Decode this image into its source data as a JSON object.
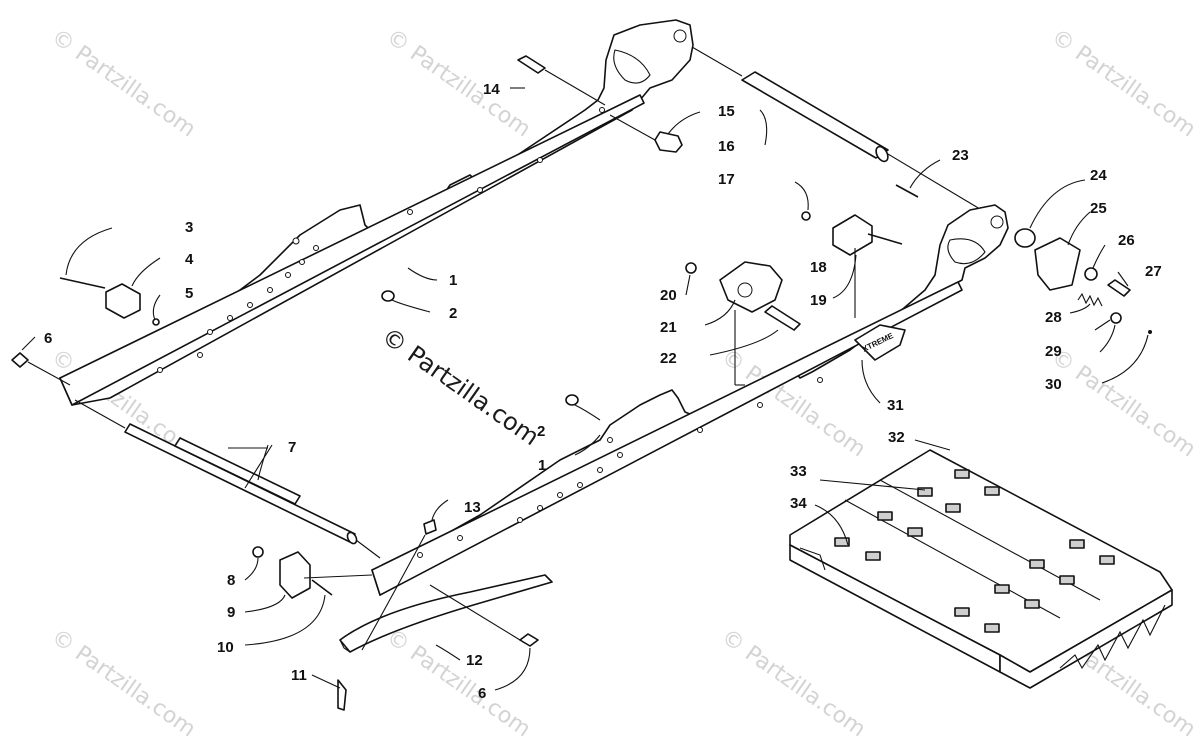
{
  "watermark": "© Partzilla.com",
  "brand_label": "XTREME",
  "callouts": [
    {
      "id": "c1a",
      "label": "1"
    },
    {
      "id": "c1b",
      "label": "1"
    },
    {
      "id": "c2a",
      "label": "2"
    },
    {
      "id": "c2b",
      "label": "2"
    },
    {
      "id": "c3",
      "label": "3"
    },
    {
      "id": "c4",
      "label": "4"
    },
    {
      "id": "c5",
      "label": "5"
    },
    {
      "id": "c6a",
      "label": "6"
    },
    {
      "id": "c6b",
      "label": "6"
    },
    {
      "id": "c7",
      "label": "7"
    },
    {
      "id": "c8",
      "label": "8"
    },
    {
      "id": "c9",
      "label": "9"
    },
    {
      "id": "c10",
      "label": "10"
    },
    {
      "id": "c11",
      "label": "11"
    },
    {
      "id": "c12",
      "label": "12"
    },
    {
      "id": "c13",
      "label": "13"
    },
    {
      "id": "c14",
      "label": "14"
    },
    {
      "id": "c15",
      "label": "15"
    },
    {
      "id": "c16",
      "label": "16"
    },
    {
      "id": "c17",
      "label": "17"
    },
    {
      "id": "c18",
      "label": "18"
    },
    {
      "id": "c19",
      "label": "19"
    },
    {
      "id": "c20",
      "label": "20"
    },
    {
      "id": "c21",
      "label": "21"
    },
    {
      "id": "c22",
      "label": "22"
    },
    {
      "id": "c23",
      "label": "23"
    },
    {
      "id": "c24",
      "label": "24"
    },
    {
      "id": "c25",
      "label": "25"
    },
    {
      "id": "c26",
      "label": "26"
    },
    {
      "id": "c27",
      "label": "27"
    },
    {
      "id": "c28",
      "label": "28"
    },
    {
      "id": "c29",
      "label": "29"
    },
    {
      "id": "c30",
      "label": "30"
    },
    {
      "id": "c31",
      "label": "31"
    },
    {
      "id": "c32",
      "label": "32"
    },
    {
      "id": "c33",
      "label": "33"
    },
    {
      "id": "c34",
      "label": "34"
    }
  ]
}
